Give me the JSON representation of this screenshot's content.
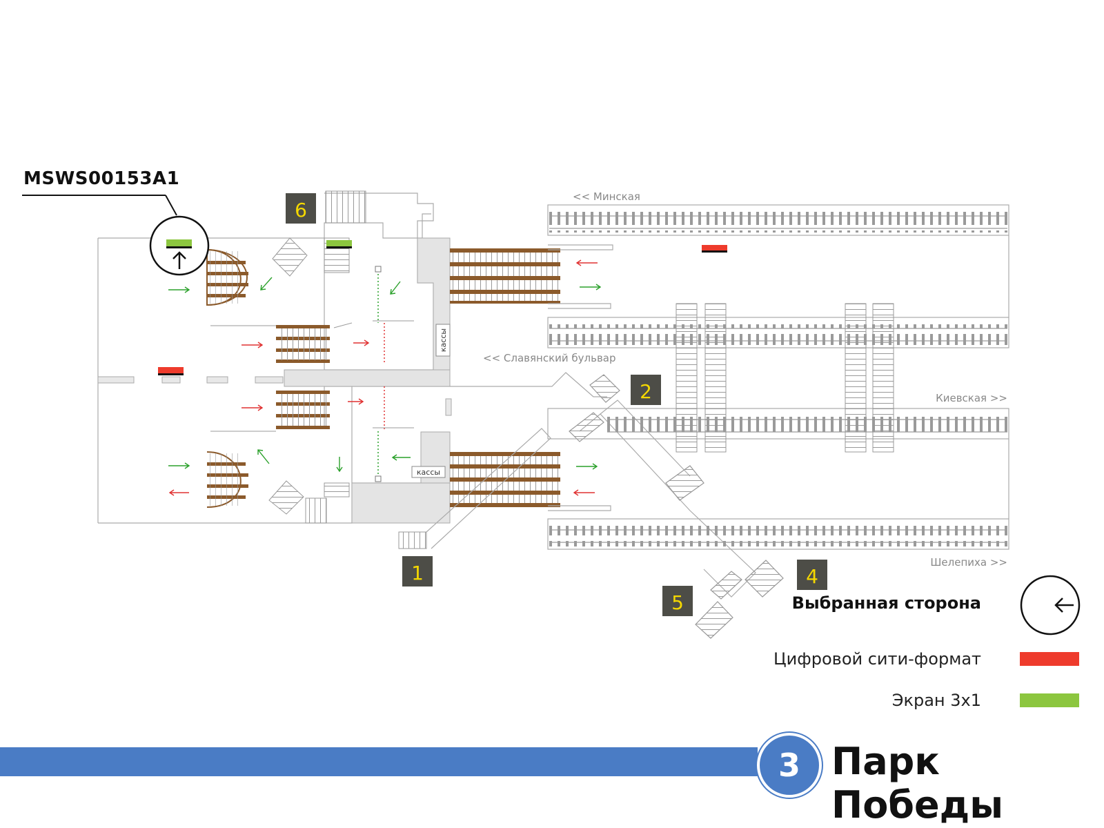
{
  "colors": {
    "line": "#4a7cc5",
    "digital_city_format": "#ee3b2c",
    "screen_3x1": "#8cc63f",
    "exit_box": "#4d4d47",
    "exit_number": "#f5d800",
    "escalator": "#8b5a2b",
    "arrow_in": "#e03030",
    "arrow_out": "#2aa02a"
  },
  "panel": {
    "code": "MSWS00153A1",
    "icon": "arrow-up-icon"
  },
  "directions": {
    "minskaya": "<< Минская",
    "slavyansky": "<< Славянский бульвар",
    "kievskaya": "Киевская >>",
    "shelepikha": "Шелепиха >>"
  },
  "kassy": [
    "кассы",
    "кассы"
  ],
  "exits": [
    "1",
    "2",
    "4",
    "5",
    "6"
  ],
  "legend": {
    "selected_side": "Выбранная сторона",
    "selected_icon": "arrow-left-icon",
    "digital": "Цифровой сити-формат",
    "screen": "Экран 3х1"
  },
  "line": {
    "number": "3",
    "station": "Парк Победы"
  }
}
